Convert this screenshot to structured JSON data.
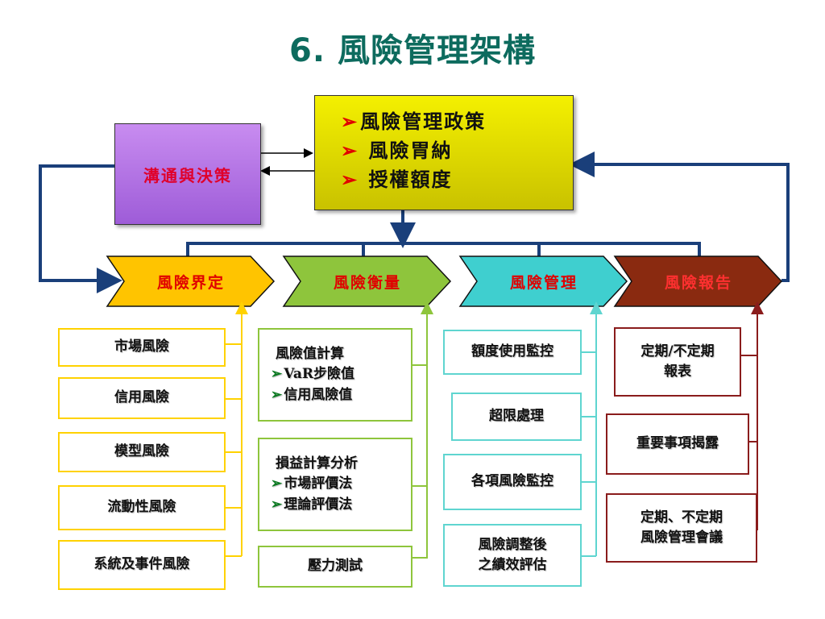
{
  "title": "6. 風險管理架構",
  "communication_box": {
    "label": "溝通與決策",
    "text_color": "#e0002a",
    "fill": "#b076e6"
  },
  "policy_box": {
    "bullet": "➢",
    "items": [
      "風險管理政策",
      "風險胃納",
      "授權額度"
    ],
    "fill": "#e6e000"
  },
  "stages": [
    {
      "label": "風險界定",
      "fill": "#ffc400",
      "text_color": "#e00000"
    },
    {
      "label": "風險衡量",
      "fill": "#8ec53c",
      "text_color": "#e00000"
    },
    {
      "label": "風險管理",
      "fill": "#3fcfcf",
      "text_color": "#e00000"
    },
    {
      "label": "風險報告",
      "fill": "#8a2a10",
      "text_color": "#ff3030"
    }
  ],
  "identification_items": [
    "市場風險",
    "信用風險",
    "模型風險",
    "流動性風險",
    "系統及事件風險"
  ],
  "measurement_items": [
    {
      "heading": "風險值計算",
      "bullets": [
        "VaR步險值",
        "信用風險值"
      ]
    },
    {
      "heading": "損益計算分析",
      "bullets": [
        "市場評價法",
        "理論評價法"
      ]
    },
    {
      "heading": "壓力測試",
      "bullets": []
    }
  ],
  "management_items": [
    "額度使用監控",
    "超限處理",
    "各項風險監控",
    "風險調整後\n之績效評估"
  ],
  "reporting_items": [
    "定期/不定期\n報表",
    "重要事項揭露",
    "定期、不定期\n風險管理會議"
  ],
  "colors": {
    "connector": "#1a3f7a",
    "title": "#0d6b5e"
  }
}
